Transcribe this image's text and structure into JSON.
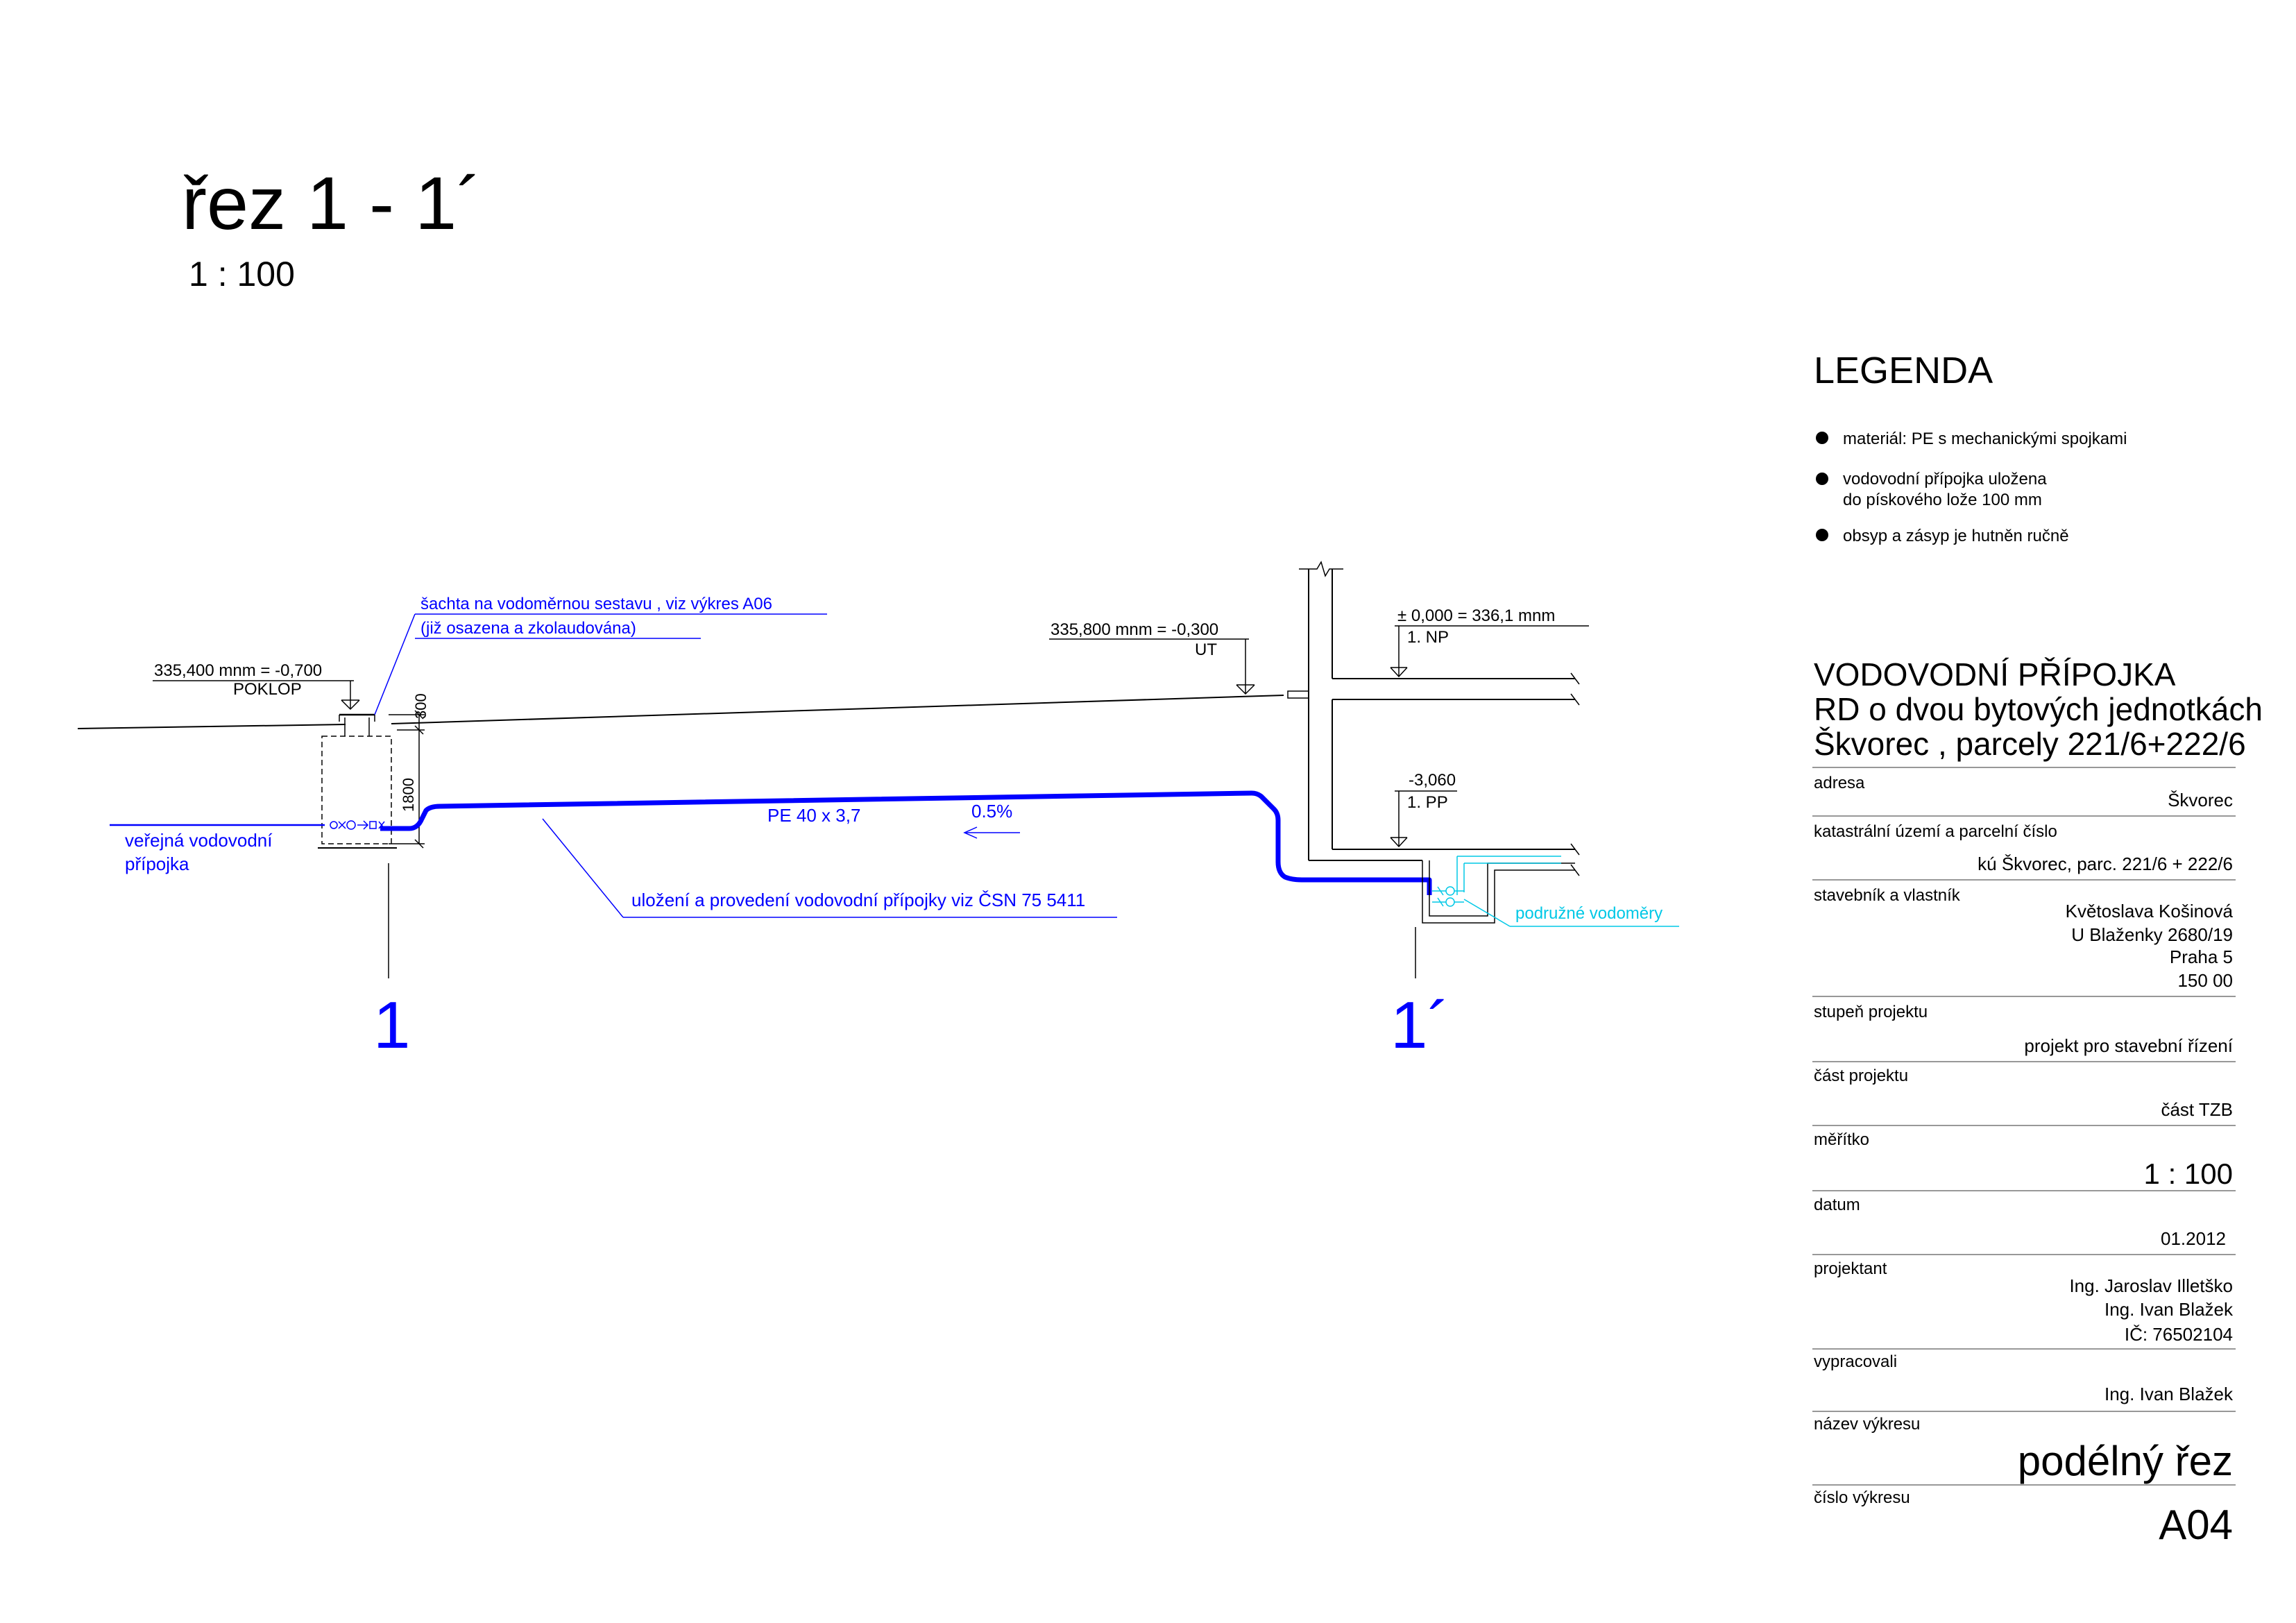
{
  "title": "řez 1 - 1´",
  "scale": "1 : 100",
  "colors": {
    "black": "#000000",
    "blue": "#0000ff",
    "cyan": "#00c8e6"
  },
  "section": {
    "manhole_level": "335,400 mnm = -0,700",
    "manhole_label": "POKLOP",
    "shaft_note_1": "šachta na vodoměrnou sestavu , viz výkres A06",
    "shaft_note_2": "(již osazena a zkolaudována)",
    "dim_300": "300",
    "dim_1800": "1800",
    "public_line_1": "veřejná vodovodní",
    "public_line_2": "přípojka",
    "pipe_label": "PE 40 x 3,7",
    "slope": "0.5%",
    "install_note": "uložení a provedení vodovodní přípojky viz ČSN 75 5411",
    "terrain_level": "335,800 mnm = -0,300",
    "terrain_label": "UT",
    "floor_level": "± 0,000 = 336,1 mnm",
    "floor_label": "1. NP",
    "basement_level": "-3,060",
    "basement_label": "1. PP",
    "meters_label": "podružné vodoměry",
    "cut_left": "1",
    "cut_right": "1´"
  },
  "legend": {
    "heading": "LEGENDA",
    "item_1": "materiál:  PE s mechanickými spojkami",
    "item_2_line_1": "vodovodní přípojka uložena",
    "item_2_line_2": "do pískového lože 100 mm",
    "item_3": "obsyp a zásyp je hutněn ručně"
  },
  "title_block": {
    "heading_1": "VODOVODNÍ PŘÍPOJKA",
    "heading_2": "RD o dvou bytových jednotkách",
    "heading_3": "Škvorec , parcely  221/6+222/6",
    "address_label": "adresa",
    "address_value": "Škvorec",
    "cadastre_label": "katastrální území a parcelní číslo",
    "cadastre_value": "kú Škvorec, parc. 221/6 + 222/6",
    "owner_label": "stavebník a vlastník",
    "owner_line_1": "Květoslava Košinová",
    "owner_line_2": "U Blaženky 2680/19",
    "owner_line_3": "Praha 5",
    "owner_line_4": "150 00",
    "stage_label": "stupeň projektu",
    "stage_value": "projekt pro stavební řízení",
    "part_label": "část projektu",
    "part_value": "část TZB",
    "scale_label": "měřítko",
    "scale_value": "1 : 100",
    "date_label": "datum",
    "date_value": "01.2012",
    "designer_label": "projektant",
    "designer_line_1": "Ing. Jaroslav Illetško",
    "designer_line_2": "Ing. Ivan Blažek",
    "designer_line_3": "IČ: 76502104",
    "prepared_label": "vypracovali",
    "prepared_value": "Ing. Ivan Blažek",
    "drawing_name_label": "název výkresu",
    "drawing_name_value": "podélný řez",
    "drawing_no_label": "číslo výkresu",
    "drawing_no_value": "A04"
  }
}
